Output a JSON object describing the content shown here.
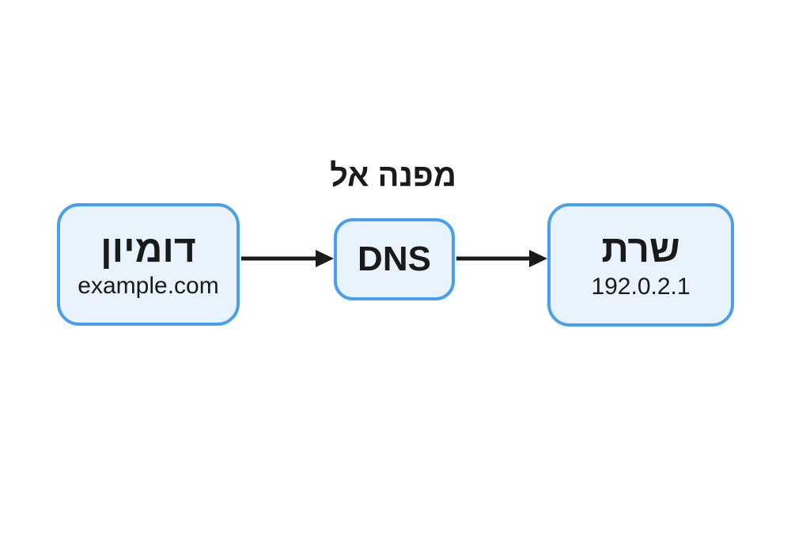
{
  "diagram": {
    "label": "מפנה אל",
    "colors": {
      "background": "#ffffff",
      "box_fill": "#e9f3fd",
      "box_border": "#4a9ef0",
      "text": "#1a1a1a",
      "arrow": "#1a1a1a"
    },
    "nodes": {
      "domain": {
        "title": "דומיון",
        "subtitle": "example.com"
      },
      "dns": {
        "title": "DNS"
      },
      "server": {
        "title": "שרת",
        "subtitle": "192.0.2.1"
      }
    }
  }
}
